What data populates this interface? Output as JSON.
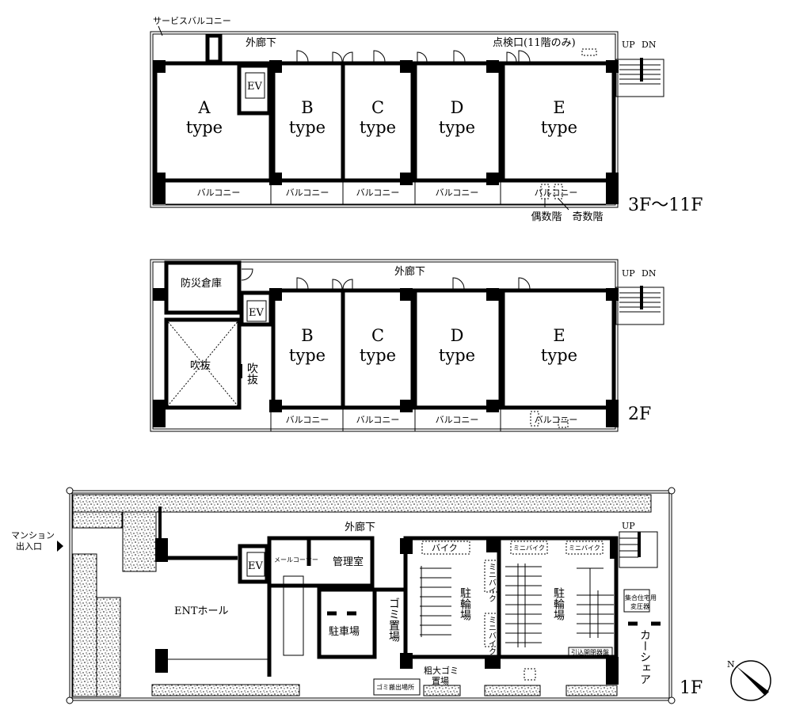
{
  "plans": {
    "upper": {
      "floor_label": "3F〜11F",
      "service_balcony": "サービスバルコニー",
      "corridor": "外廊下",
      "inspection_hatch": "点検口(11階のみ)",
      "ev": "EV",
      "stair_up": "UP",
      "stair_dn": "DN",
      "units": [
        {
          "letter": "A",
          "type": "type"
        },
        {
          "letter": "B",
          "type": "type"
        },
        {
          "letter": "C",
          "type": "type"
        },
        {
          "letter": "D",
          "type": "type"
        },
        {
          "letter": "E",
          "type": "type"
        }
      ],
      "balconies": [
        "バルコニー",
        "バルコニー",
        "バルコニー",
        "バルコニー",
        "バルコニー"
      ],
      "even_floor": "偶数階",
      "odd_floor": "奇数階"
    },
    "second": {
      "floor_label": "2F",
      "corridor": "外廊下",
      "storage": "防災倉庫",
      "ev": "EV",
      "void_large": "吹抜",
      "void_small": "吹抜",
      "stair_up": "UP",
      "stair_dn": "DN",
      "units": [
        {
          "letter": "B",
          "type": "type"
        },
        {
          "letter": "C",
          "type": "type"
        },
        {
          "letter": "D",
          "type": "type"
        },
        {
          "letter": "E",
          "type": "type"
        }
      ],
      "balconies": [
        "バルコニー",
        "バルコニー",
        "バルコニー",
        "バルコニー"
      ]
    },
    "first": {
      "floor_label": "1F",
      "entrance_line1": "マンション",
      "entrance_line2": "出入口",
      "corridor": "外廊下",
      "ev": "EV",
      "mail_corner": "メールコーナー",
      "management_room": "管理室",
      "ent_hall": "ENTホール",
      "parking": "駐車場",
      "garbage": "ゴミ置場",
      "bike": "バイク",
      "bicycle_parking_1": "駐輪場",
      "bicycle_parking_2": "駐輪場",
      "mini_bike_v1": "ミニバイク",
      "mini_bike_v2": "ミニバイク",
      "mini_bike_h1": "ミニバイク",
      "mini_bike_h2": "ミニバイク",
      "transformer_line1": "集合住宅用",
      "transformer_line2": "変圧器",
      "car_share": "カーシェア",
      "switchgear": "引込開閉器盤",
      "garbage_out": "ゴミ搬出場所",
      "bulky_line1": "粗大ゴミ",
      "bulky_line2": "置場",
      "stair_up": "UP"
    }
  },
  "compass": {
    "north": "N"
  }
}
